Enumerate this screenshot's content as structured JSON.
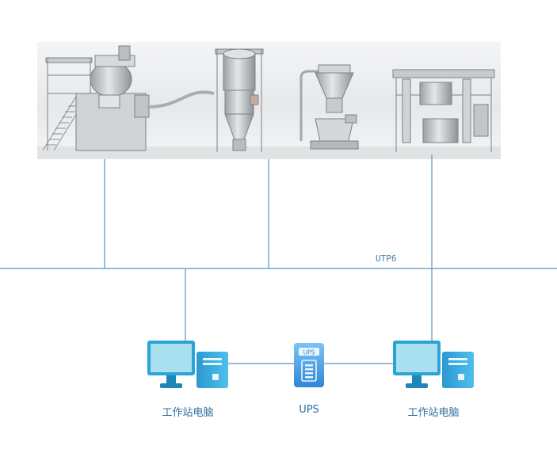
{
  "network": {
    "cable_label": "UTP6",
    "line_color": "#5b93bf"
  },
  "devices": {
    "workstation_left": {
      "label": "工作站电脑",
      "icon": "desktop-computer-icon"
    },
    "ups": {
      "label": "UPS",
      "badge": "UPS",
      "icon": "ups-battery-icon"
    },
    "workstation_right": {
      "label": "工作站电脑",
      "icon": "desktop-computer-icon"
    }
  },
  "equipment_banner": {
    "machines": [
      "high-shear-granulator",
      "fluid-bed-dryer",
      "conical-mill",
      "bin-lifter-mixer"
    ]
  },
  "colors": {
    "monitor_screen": "#a9e0f0",
    "monitor_body": "#2aa3d6",
    "ups_body": "#3f9fe0",
    "banner_bg": "#e9eaeb"
  }
}
